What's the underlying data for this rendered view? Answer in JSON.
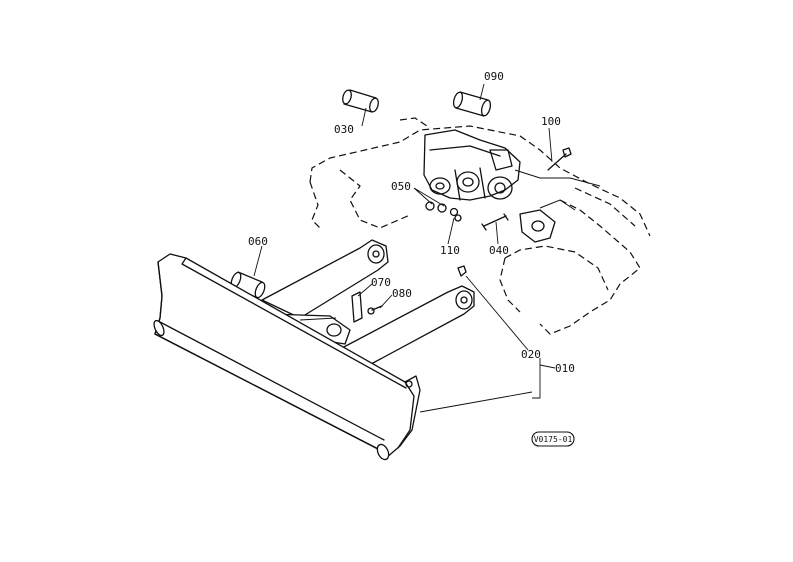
{
  "diagram": {
    "part_labels": {
      "p010": "010",
      "p020": "020",
      "p030": "030",
      "p040": "040",
      "p050": "050",
      "p060": "060",
      "p070": "070",
      "p080": "080",
      "p090": "090",
      "p100": "100",
      "p110": "110"
    },
    "drawing_code": "V0175-01"
  }
}
